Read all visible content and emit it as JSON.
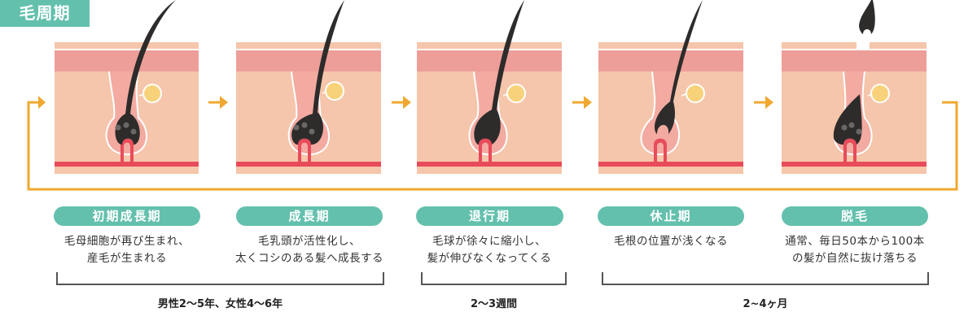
{
  "title": "毛周期",
  "colors": {
    "accent_teal": "#63c0ad",
    "arrow_orange": "#f0a830",
    "skin_beige": "#f5c6ab",
    "skin_pink": "#ee9e98",
    "papilla_red": "#e84b5a",
    "sebaceous_yellow": "#f8d27a",
    "hair_black": "#2e2b2b"
  },
  "stages": [
    {
      "label": "初期成長期",
      "desc_line1": "毛母細胞が再び生まれ、",
      "desc_line2": "産毛が生まれる"
    },
    {
      "label": "成長期",
      "desc_line1": "毛乳頭が活性化し、",
      "desc_line2": "太くコシのある髪へ成長する"
    },
    {
      "label": "退行期",
      "desc_line1": "毛球が徐々に縮小し、",
      "desc_line2": "髪が伸びなくなってくる"
    },
    {
      "label": "休止期",
      "desc_line1": "毛根の位置が浅くなる",
      "desc_line2": ""
    },
    {
      "label": "脱毛",
      "desc_line1": "通常、毎日50本から100本",
      "desc_line2": "の髪が自然に抜け落ちる"
    }
  ],
  "durations": [
    {
      "label": "男性2〜5年、女性4〜6年"
    },
    {
      "label": "2〜3週間"
    },
    {
      "label": "2~4ヶ月"
    }
  ],
  "icons": [
    "arrow-right-icon",
    "cycle-loop-arrow-icon",
    "hair-follicle-illustration"
  ]
}
